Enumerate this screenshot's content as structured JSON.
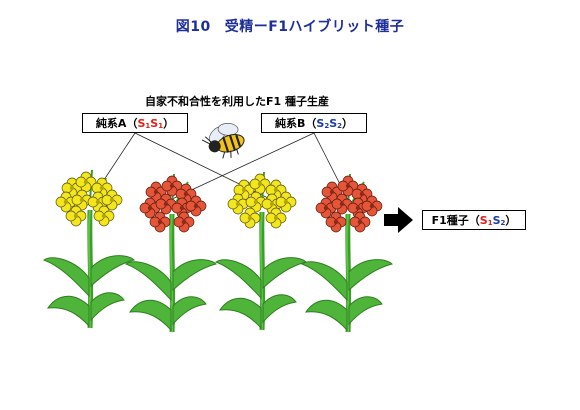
{
  "title": {
    "fig": "図10",
    "text": "受精ーF1ハイブリット種子"
  },
  "subtitle": "自家不和合性を利用したF1 種子生産",
  "parent_a": {
    "label": "純系A",
    "paren_open": "（",
    "s1": "S",
    "s1_sub": "1",
    "s2": "S",
    "s2_sub": "1",
    "paren_close": "）"
  },
  "parent_b": {
    "label": "純系B",
    "paren_open": "（",
    "s1": "S",
    "s1_sub": "2",
    "s2": "S",
    "s2_sub": "2",
    "paren_close": "）"
  },
  "result": {
    "label": "F1種子",
    "paren_open": "（",
    "s1": "S",
    "s1_sub": "1",
    "s2": "S",
    "s2_sub": "2",
    "paren_close": "）"
  },
  "colors": {
    "yellow_flower": "#f2e61c",
    "red_flower": "#e4553a",
    "leaf": "#4fb53a",
    "s1_text": "#e0201a",
    "s2_text": "#1e3ca8",
    "title": "#1e2f9c"
  },
  "plants": [
    {
      "type": "yellow",
      "parent": "A"
    },
    {
      "type": "red",
      "parent": "B"
    },
    {
      "type": "yellow",
      "parent": "A"
    },
    {
      "type": "red",
      "parent": "B"
    }
  ],
  "icons": {
    "bee": "bee-icon",
    "arrow": "arrow-right-icon"
  }
}
